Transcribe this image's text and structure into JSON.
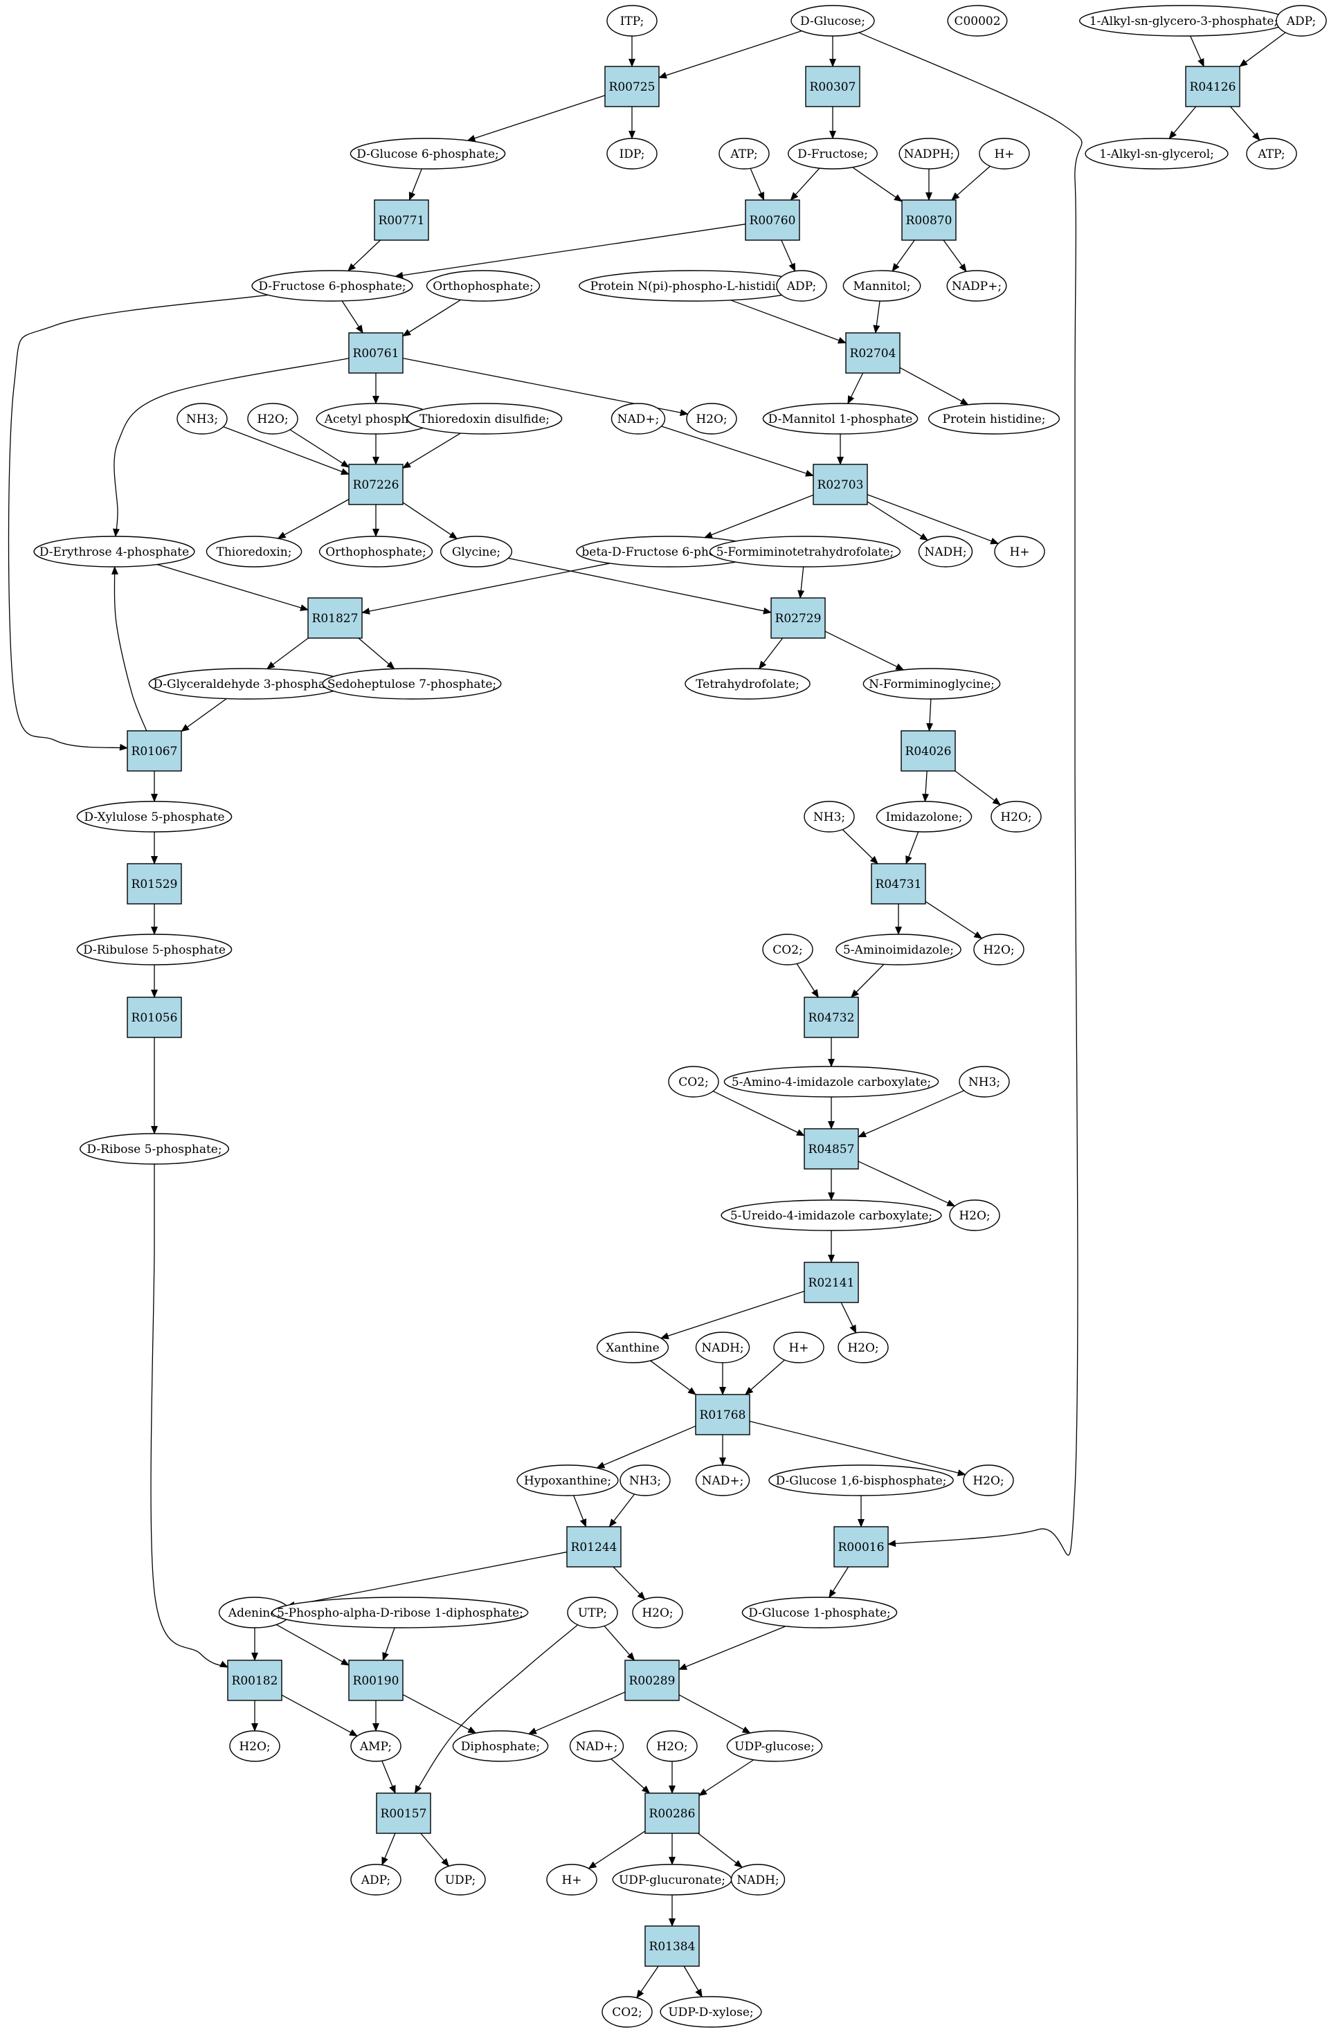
{
  "colors": {
    "reaction_fill": "#add8e6",
    "compound_fill": "#ffffff",
    "highlight_green": "#00ff00",
    "highlight_yellow": "#ffff00",
    "stroke": "#000000"
  },
  "nodes": [
    {
      "id": "ITP",
      "label": "ITP;",
      "kind": "compound"
    },
    {
      "id": "DGLC",
      "label": "D-Glucose;",
      "kind": "compound",
      "color": "#00ff00"
    },
    {
      "id": "C00002",
      "label": "C00002",
      "kind": "compound",
      "color": "#ffff00"
    },
    {
      "id": "ALKGP",
      "label": "1-Alkyl-sn-glycero-3-phosphate;",
      "kind": "compound"
    },
    {
      "id": "ADP_TR",
      "label": "ADP;",
      "kind": "compound"
    },
    {
      "id": "R00725",
      "label": "R00725",
      "kind": "reaction"
    },
    {
      "id": "R00307",
      "label": "R00307",
      "kind": "reaction"
    },
    {
      "id": "R04126",
      "label": "R04126",
      "kind": "reaction"
    },
    {
      "id": "G6P",
      "label": "D-Glucose 6-phosphate;",
      "kind": "compound"
    },
    {
      "id": "IDP",
      "label": "IDP;",
      "kind": "compound"
    },
    {
      "id": "ATP1",
      "label": "ATP;",
      "kind": "compound"
    },
    {
      "id": "DFRU",
      "label": "D-Fructose;",
      "kind": "compound"
    },
    {
      "id": "NADPH",
      "label": "NADPH;",
      "kind": "compound"
    },
    {
      "id": "HP1",
      "label": "H+",
      "kind": "compound"
    },
    {
      "id": "ALKG",
      "label": "1-Alkyl-sn-glycerol;",
      "kind": "compound"
    },
    {
      "id": "ATP2",
      "label": "ATP;",
      "kind": "compound"
    },
    {
      "id": "R00771",
      "label": "R00771",
      "kind": "reaction"
    },
    {
      "id": "R00760",
      "label": "R00760",
      "kind": "reaction"
    },
    {
      "id": "R00870",
      "label": "R00870",
      "kind": "reaction"
    },
    {
      "id": "F6P",
      "label": "D-Fructose 6-phosphate;",
      "kind": "compound"
    },
    {
      "id": "ORTHO1",
      "label": "Orthophosphate;",
      "kind": "compound"
    },
    {
      "id": "PNHIS",
      "label": "Protein N(pi)-phospho-L-histidine;",
      "kind": "compound"
    },
    {
      "id": "ADP1",
      "label": "ADP;",
      "kind": "compound"
    },
    {
      "id": "MANNITOL",
      "label": "Mannitol;",
      "kind": "compound"
    },
    {
      "id": "NADPP",
      "label": "NADP+;",
      "kind": "compound"
    },
    {
      "id": "R00761",
      "label": "R00761",
      "kind": "reaction"
    },
    {
      "id": "R02704",
      "label": "R02704",
      "kind": "reaction"
    },
    {
      "id": "NH3A",
      "label": "NH3;",
      "kind": "compound"
    },
    {
      "id": "H2OA",
      "label": "H2O;",
      "kind": "compound"
    },
    {
      "id": "ACP",
      "label": "Acetyl phosphate",
      "kind": "compound"
    },
    {
      "id": "TRXSS",
      "label": "Thioredoxin disulfide;",
      "kind": "compound"
    },
    {
      "id": "NADP1",
      "label": "NAD+;",
      "kind": "compound"
    },
    {
      "id": "H2OB",
      "label": "H2O;",
      "kind": "compound"
    },
    {
      "id": "M1P",
      "label": "D-Mannitol 1-phosphate",
      "kind": "compound"
    },
    {
      "id": "PHIS",
      "label": "Protein histidine;",
      "kind": "compound"
    },
    {
      "id": "R07226",
      "label": "R07226",
      "kind": "reaction"
    },
    {
      "id": "R02703",
      "label": "R02703",
      "kind": "reaction"
    },
    {
      "id": "E4P",
      "label": "D-Erythrose 4-phosphate",
      "kind": "compound"
    },
    {
      "id": "TRX",
      "label": "Thioredoxin;",
      "kind": "compound"
    },
    {
      "id": "ORTHO2",
      "label": "Orthophosphate;",
      "kind": "compound"
    },
    {
      "id": "GLY",
      "label": "Glycine;",
      "kind": "compound"
    },
    {
      "id": "BF6P",
      "label": "beta-D-Fructose 6-phosphate",
      "kind": "compound"
    },
    {
      "id": "FTHF",
      "label": "5-Formiminotetrahydrofolate;",
      "kind": "compound"
    },
    {
      "id": "NADH1",
      "label": "NADH;",
      "kind": "compound"
    },
    {
      "id": "HP2",
      "label": "H+",
      "kind": "compound"
    },
    {
      "id": "R01827",
      "label": "R01827",
      "kind": "reaction"
    },
    {
      "id": "R02729",
      "label": "R02729",
      "kind": "reaction"
    },
    {
      "id": "GA3P",
      "label": "D-Glyceraldehyde 3-phosphate;",
      "kind": "compound"
    },
    {
      "id": "S7P",
      "label": "Sedoheptulose 7-phosphate;",
      "kind": "compound"
    },
    {
      "id": "THF",
      "label": "Tetrahydrofolate;",
      "kind": "compound"
    },
    {
      "id": "NFG",
      "label": "N-Formiminoglycine;",
      "kind": "compound"
    },
    {
      "id": "R01067",
      "label": "R01067",
      "kind": "reaction"
    },
    {
      "id": "R04026",
      "label": "R04026",
      "kind": "reaction"
    },
    {
      "id": "X5P",
      "label": "D-Xylulose 5-phosphate",
      "kind": "compound"
    },
    {
      "id": "NH3B",
      "label": "NH3;",
      "kind": "compound"
    },
    {
      "id": "IMDZ",
      "label": "Imidazolone;",
      "kind": "compound"
    },
    {
      "id": "H2OC",
      "label": "H2O;",
      "kind": "compound"
    },
    {
      "id": "R01529",
      "label": "R01529",
      "kind": "reaction"
    },
    {
      "id": "R04731",
      "label": "R04731",
      "kind": "reaction"
    },
    {
      "id": "RU5P",
      "label": "D-Ribulose 5-phosphate",
      "kind": "compound"
    },
    {
      "id": "CO2A",
      "label": "CO2;",
      "kind": "compound"
    },
    {
      "id": "AIMZ",
      "label": "5-Aminoimidazole;",
      "kind": "compound"
    },
    {
      "id": "H2OD",
      "label": "H2O;",
      "kind": "compound"
    },
    {
      "id": "R01056",
      "label": "R01056",
      "kind": "reaction"
    },
    {
      "id": "R04732",
      "label": "R04732",
      "kind": "reaction"
    },
    {
      "id": "AICX",
      "label": "5-Amino-4-imidazole carboxylate;",
      "kind": "compound"
    },
    {
      "id": "CO2B",
      "label": "CO2;",
      "kind": "compound"
    },
    {
      "id": "NH3C",
      "label": "NH3;",
      "kind": "compound"
    },
    {
      "id": "R5P",
      "label": "D-Ribose 5-phosphate;",
      "kind": "compound"
    },
    {
      "id": "R04857",
      "label": "R04857",
      "kind": "reaction"
    },
    {
      "id": "UICX",
      "label": "5-Ureido-4-imidazole carboxylate;",
      "kind": "compound"
    },
    {
      "id": "H2OE",
      "label": "H2O;",
      "kind": "compound"
    },
    {
      "id": "R02141",
      "label": "R02141",
      "kind": "reaction"
    },
    {
      "id": "XAN",
      "label": "Xanthine",
      "kind": "compound"
    },
    {
      "id": "NADH2",
      "label": "NADH;",
      "kind": "compound"
    },
    {
      "id": "HP3",
      "label": "H+",
      "kind": "compound"
    },
    {
      "id": "H2OF",
      "label": "H2O;",
      "kind": "compound"
    },
    {
      "id": "R01768",
      "label": "R01768",
      "kind": "reaction"
    },
    {
      "id": "HYPX",
      "label": "Hypoxanthine;",
      "kind": "compound"
    },
    {
      "id": "NH3D",
      "label": "NH3;",
      "kind": "compound"
    },
    {
      "id": "NADP2",
      "label": "NAD+;",
      "kind": "compound"
    },
    {
      "id": "G16BP",
      "label": "D-Glucose 1,6-bisphosphate;",
      "kind": "compound"
    },
    {
      "id": "H2OG",
      "label": "H2O;",
      "kind": "compound"
    },
    {
      "id": "R01244",
      "label": "R01244",
      "kind": "reaction"
    },
    {
      "id": "R00016",
      "label": "R00016",
      "kind": "reaction"
    },
    {
      "id": "ADEN",
      "label": "Adenine;",
      "kind": "compound"
    },
    {
      "id": "PRPP",
      "label": "5-Phospho-alpha-D-ribose 1-diphosphate;",
      "kind": "compound"
    },
    {
      "id": "UTP",
      "label": "UTP;",
      "kind": "compound"
    },
    {
      "id": "H2OH",
      "label": "H2O;",
      "kind": "compound"
    },
    {
      "id": "G1P",
      "label": "D-Glucose 1-phosphate;",
      "kind": "compound"
    },
    {
      "id": "R00182",
      "label": "R00182",
      "kind": "reaction"
    },
    {
      "id": "R00190",
      "label": "R00190",
      "kind": "reaction"
    },
    {
      "id": "R00289",
      "label": "R00289",
      "kind": "reaction"
    },
    {
      "id": "H2OI",
      "label": "H2O;",
      "kind": "compound"
    },
    {
      "id": "AMP",
      "label": "AMP;",
      "kind": "compound"
    },
    {
      "id": "DIPH",
      "label": "Diphosphate;",
      "kind": "compound"
    },
    {
      "id": "NADP3",
      "label": "NAD+;",
      "kind": "compound"
    },
    {
      "id": "H2OJ",
      "label": "H2O;",
      "kind": "compound"
    },
    {
      "id": "UDPG",
      "label": "UDP-glucose;",
      "kind": "compound"
    },
    {
      "id": "R00157",
      "label": "R00157",
      "kind": "reaction"
    },
    {
      "id": "R00286",
      "label": "R00286",
      "kind": "reaction"
    },
    {
      "id": "ADP2",
      "label": "ADP;",
      "kind": "compound"
    },
    {
      "id": "UDP",
      "label": "UDP;",
      "kind": "compound"
    },
    {
      "id": "HP4",
      "label": "H+",
      "kind": "compound"
    },
    {
      "id": "UDPGA",
      "label": "UDP-glucuronate;",
      "kind": "compound"
    },
    {
      "id": "NADH3",
      "label": "NADH;",
      "kind": "compound"
    },
    {
      "id": "R01384",
      "label": "R01384",
      "kind": "reaction"
    },
    {
      "id": "CO2C",
      "label": "CO2;",
      "kind": "compound"
    },
    {
      "id": "UDPX",
      "label": "UDP-D-xylose;",
      "kind": "compound"
    }
  ],
  "edges": [
    [
      "ITP",
      "R00725"
    ],
    [
      "DGLC",
      "R00725"
    ],
    [
      "DGLC",
      "R00307"
    ],
    [
      "DGLC",
      "R00016"
    ],
    [
      "ALKGP",
      "R04126"
    ],
    [
      "ADP_TR",
      "R04126"
    ],
    [
      "R04126",
      "ALKG"
    ],
    [
      "R04126",
      "ATP2"
    ],
    [
      "R00725",
      "G6P"
    ],
    [
      "R00725",
      "IDP"
    ],
    [
      "R00307",
      "DFRU"
    ],
    [
      "G6P",
      "R00771"
    ],
    [
      "ATP1",
      "R00760"
    ],
    [
      "DFRU",
      "R00760"
    ],
    [
      "DFRU",
      "R00870"
    ],
    [
      "NADPH",
      "R00870"
    ],
    [
      "HP1",
      "R00870"
    ],
    [
      "R00771",
      "F6P"
    ],
    [
      "R00760",
      "F6P"
    ],
    [
      "R00760",
      "ADP1"
    ],
    [
      "R00870",
      "MANNITOL"
    ],
    [
      "R00870",
      "NADPP"
    ],
    [
      "F6P",
      "R00761"
    ],
    [
      "F6P",
      "R01067"
    ],
    [
      "ORTHO1",
      "R00761"
    ],
    [
      "PNHIS",
      "R02704"
    ],
    [
      "MANNITOL",
      "R02704"
    ],
    [
      "R00761",
      "E4P"
    ],
    [
      "R00761",
      "ACP"
    ],
    [
      "R00761",
      "H2OB"
    ],
    [
      "R02704",
      "M1P"
    ],
    [
      "R02704",
      "PHIS"
    ],
    [
      "NH3A",
      "R07226"
    ],
    [
      "H2OA",
      "R07226"
    ],
    [
      "ACP",
      "R07226"
    ],
    [
      "TRXSS",
      "R07226"
    ],
    [
      "NADP1",
      "R02703"
    ],
    [
      "M1P",
      "R02703"
    ],
    [
      "R07226",
      "TRX"
    ],
    [
      "R07226",
      "ORTHO2"
    ],
    [
      "R07226",
      "GLY"
    ],
    [
      "R02703",
      "BF6P"
    ],
    [
      "R02703",
      "NADH1"
    ],
    [
      "R02703",
      "HP2"
    ],
    [
      "E4P",
      "R01827"
    ],
    [
      "BF6P",
      "R01827"
    ],
    [
      "GLY",
      "R02729"
    ],
    [
      "FTHF",
      "R02729"
    ],
    [
      "R01827",
      "GA3P"
    ],
    [
      "R01827",
      "S7P"
    ],
    [
      "R02729",
      "THF"
    ],
    [
      "R02729",
      "NFG"
    ],
    [
      "GA3P",
      "R01067"
    ],
    [
      "R01067",
      "E4P"
    ],
    [
      "R01067",
      "X5P"
    ],
    [
      "NFG",
      "R04026"
    ],
    [
      "R04026",
      "IMDZ"
    ],
    [
      "R04026",
      "H2OC"
    ],
    [
      "X5P",
      "R01529"
    ],
    [
      "NH3B",
      "R04731"
    ],
    [
      "IMDZ",
      "R04731"
    ],
    [
      "R01529",
      "RU5P"
    ],
    [
      "R04731",
      "AIMZ"
    ],
    [
      "R04731",
      "H2OD"
    ],
    [
      "RU5P",
      "R01056"
    ],
    [
      "CO2A",
      "R04732"
    ],
    [
      "AIMZ",
      "R04732"
    ],
    [
      "R01056",
      "R5P"
    ],
    [
      "R04732",
      "AICX"
    ],
    [
      "CO2B",
      "R04857"
    ],
    [
      "AICX",
      "R04857"
    ],
    [
      "NH3C",
      "R04857"
    ],
    [
      "R04857",
      "UICX"
    ],
    [
      "R04857",
      "H2OE"
    ],
    [
      "UICX",
      "R02141"
    ],
    [
      "R02141",
      "XAN"
    ],
    [
      "R02141",
      "H2OF"
    ],
    [
      "XAN",
      "R01768"
    ],
    [
      "NADH2",
      "R01768"
    ],
    [
      "HP3",
      "R01768"
    ],
    [
      "R01768",
      "HYPX"
    ],
    [
      "R01768",
      "NADP2"
    ],
    [
      "R01768",
      "H2OG"
    ],
    [
      "HYPX",
      "R01244"
    ],
    [
      "NH3D",
      "R01244"
    ],
    [
      "G16BP",
      "R00016"
    ],
    [
      "R01244",
      "ADEN"
    ],
    [
      "R01244",
      "H2OH"
    ],
    [
      "R00016",
      "G1P"
    ],
    [
      "R5P",
      "R00182"
    ],
    [
      "ADEN",
      "R00182"
    ],
    [
      "ADEN",
      "R00190"
    ],
    [
      "PRPP",
      "R00190"
    ],
    [
      "UTP",
      "R00289"
    ],
    [
      "UTP",
      "R00157"
    ],
    [
      "G1P",
      "R00289"
    ],
    [
      "R00182",
      "H2OI"
    ],
    [
      "R00182",
      "AMP"
    ],
    [
      "R00190",
      "AMP"
    ],
    [
      "R00190",
      "DIPH"
    ],
    [
      "R00289",
      "DIPH"
    ],
    [
      "R00289",
      "UDPG"
    ],
    [
      "AMP",
      "R00157"
    ],
    [
      "NADP3",
      "R00286"
    ],
    [
      "H2OJ",
      "R00286"
    ],
    [
      "UDPG",
      "R00286"
    ],
    [
      "R00157",
      "ADP2"
    ],
    [
      "R00157",
      "UDP"
    ],
    [
      "R00286",
      "HP4"
    ],
    [
      "R00286",
      "UDPGA"
    ],
    [
      "R00286",
      "NADH3"
    ],
    [
      "UDPGA",
      "R01384"
    ],
    [
      "R01384",
      "CO2C"
    ],
    [
      "R01384",
      "UDPX"
    ]
  ]
}
